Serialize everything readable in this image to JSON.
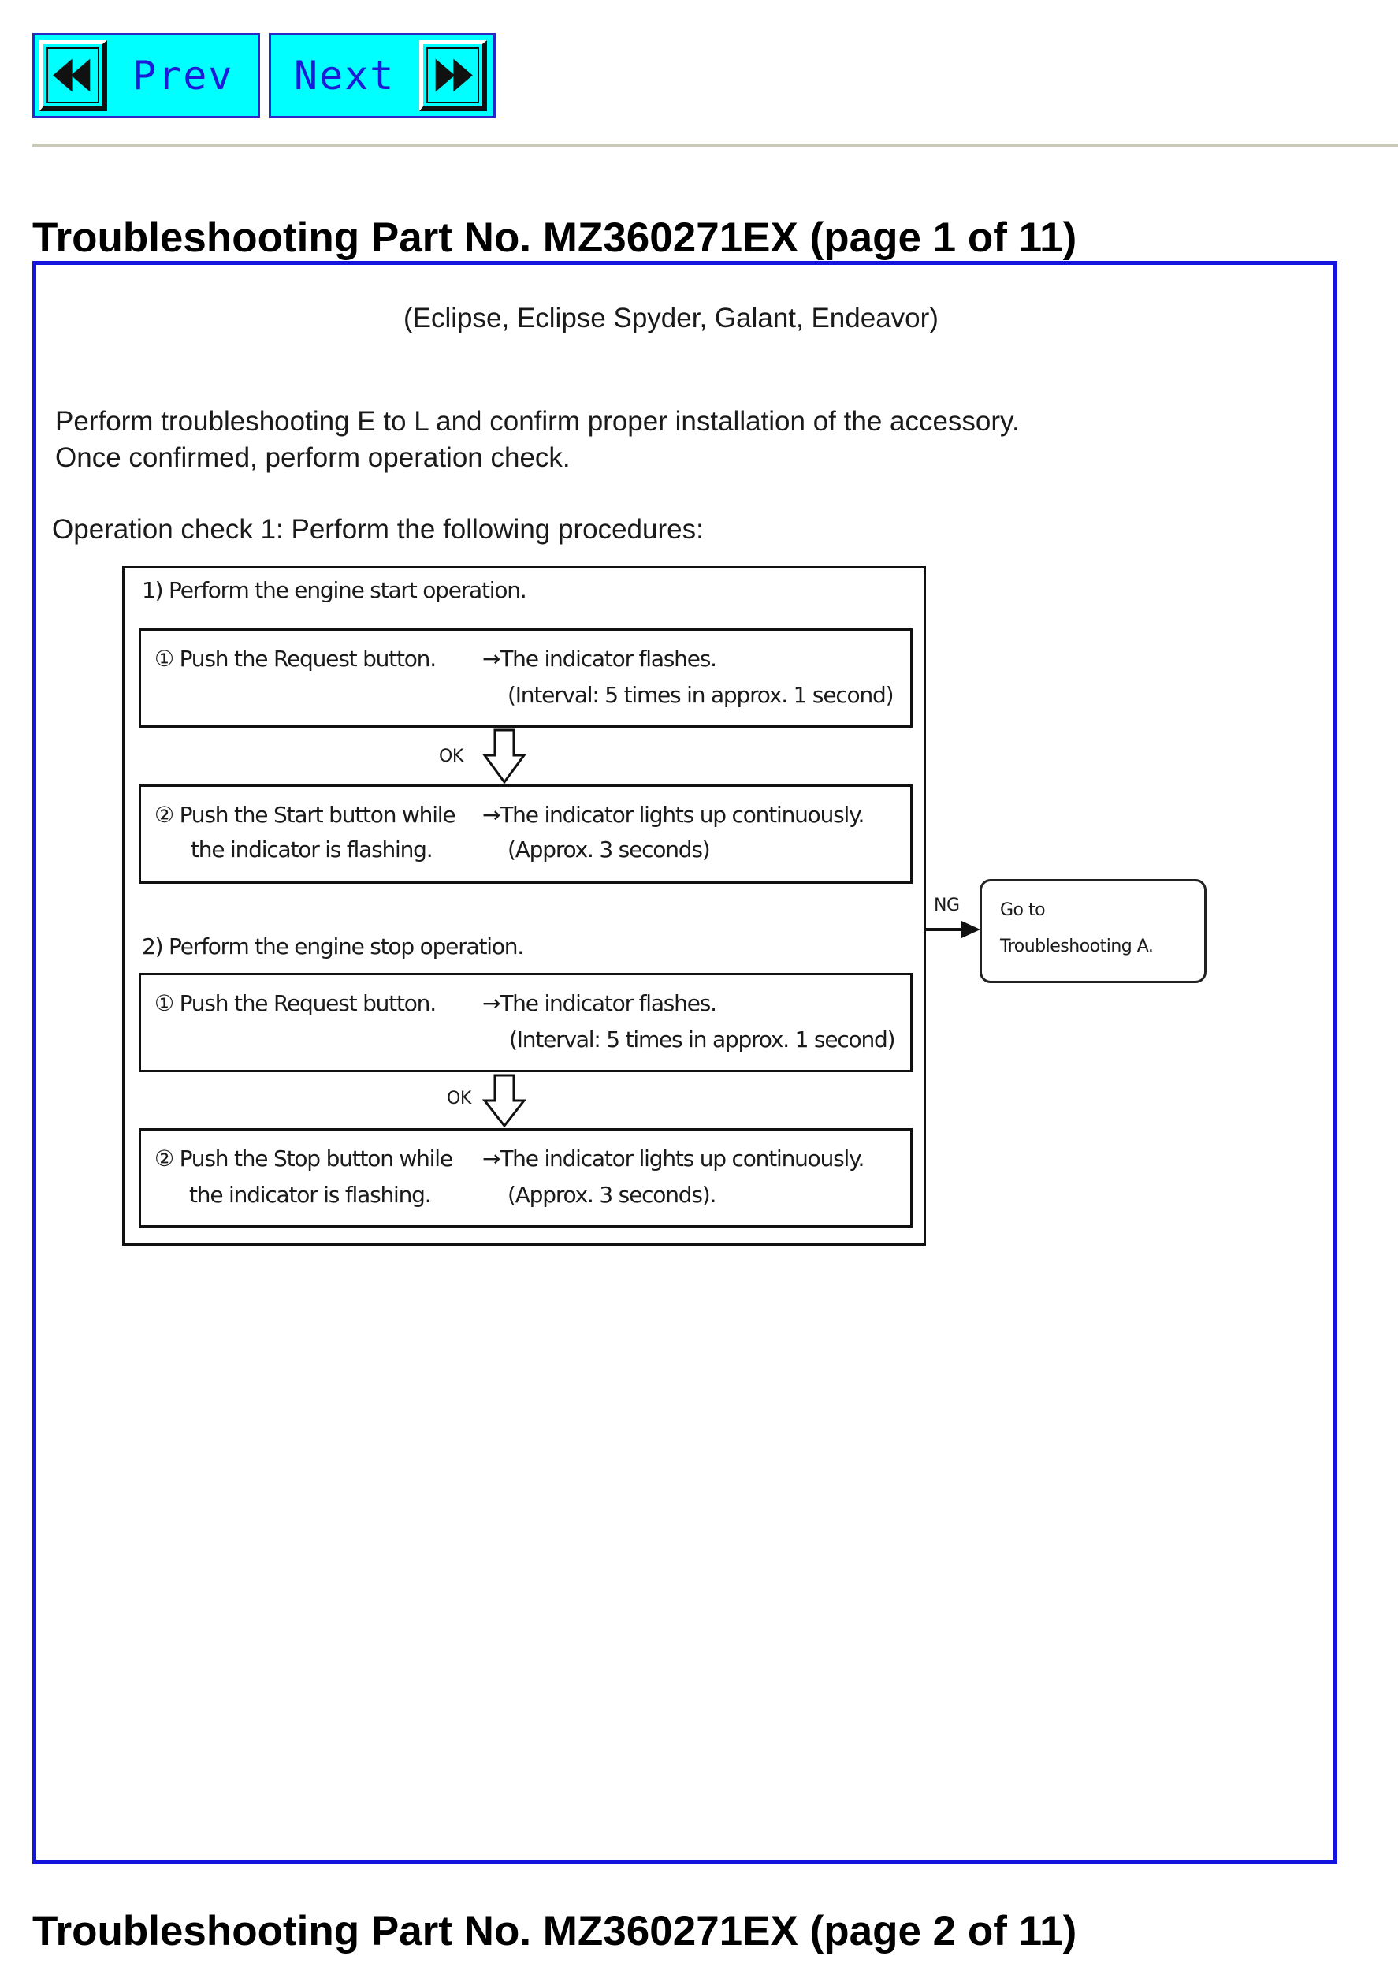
{
  "nav": {
    "prev_label": "Prev",
    "next_label": "Next",
    "prev_icon": "rewind-icon",
    "next_icon": "fast-forward-icon"
  },
  "pages": [
    {
      "title": "Troubleshooting Part No. MZ360271EX (page 1 of 11)"
    },
    {
      "title": "Troubleshooting Part No. MZ360271EX (page 2 of 11)"
    }
  ],
  "document": {
    "models": "(Eclipse, Eclipse Spyder, Galant, Endeavor)",
    "intro_line1": "Perform troubleshooting E to L and confirm proper installation of the accessory.",
    "intro_line2": "Once confirmed, perform operation check.",
    "operation_check": "Operation check 1: Perform the following procedures:"
  },
  "flowchart": {
    "section1_heading": "1) Perform the engine start operation.",
    "section1_steps": [
      {
        "action_line1": "① Push the Request button.",
        "action_line2": "",
        "result_line1": "→The indicator flashes.",
        "result_line2": "(Interval: 5 times in approx. 1 second)"
      },
      {
        "action_line1": "② Push the Start button while",
        "action_line2": "the indicator is flashing.",
        "result_line1": "→The indicator lights up continuously.",
        "result_line2": "(Approx. 3 seconds)"
      }
    ],
    "section1_ok_label": "OK",
    "section2_heading": "2) Perform the engine stop operation.",
    "section2_steps": [
      {
        "action_line1": "① Push the Request button.",
        "action_line2": "",
        "result_line1": "→The indicator flashes.",
        "result_line2": "(Interval: 5 times in approx. 1 second)"
      },
      {
        "action_line1": "② Push the Stop button while",
        "action_line2": "the indicator is flashing.",
        "result_line1": "→The indicator lights up continuously.",
        "result_line2": "(Approx. 3 seconds)."
      }
    ],
    "section2_ok_label": "OK",
    "ng_label": "NG",
    "ng_target_line1": "Go to",
    "ng_target_line2": "Troubleshooting A."
  },
  "colors": {
    "nav_fill": "#00ffff",
    "nav_text": "#1a1ad8",
    "frame_border": "#1414e0",
    "divider": "#c9c9b6"
  }
}
